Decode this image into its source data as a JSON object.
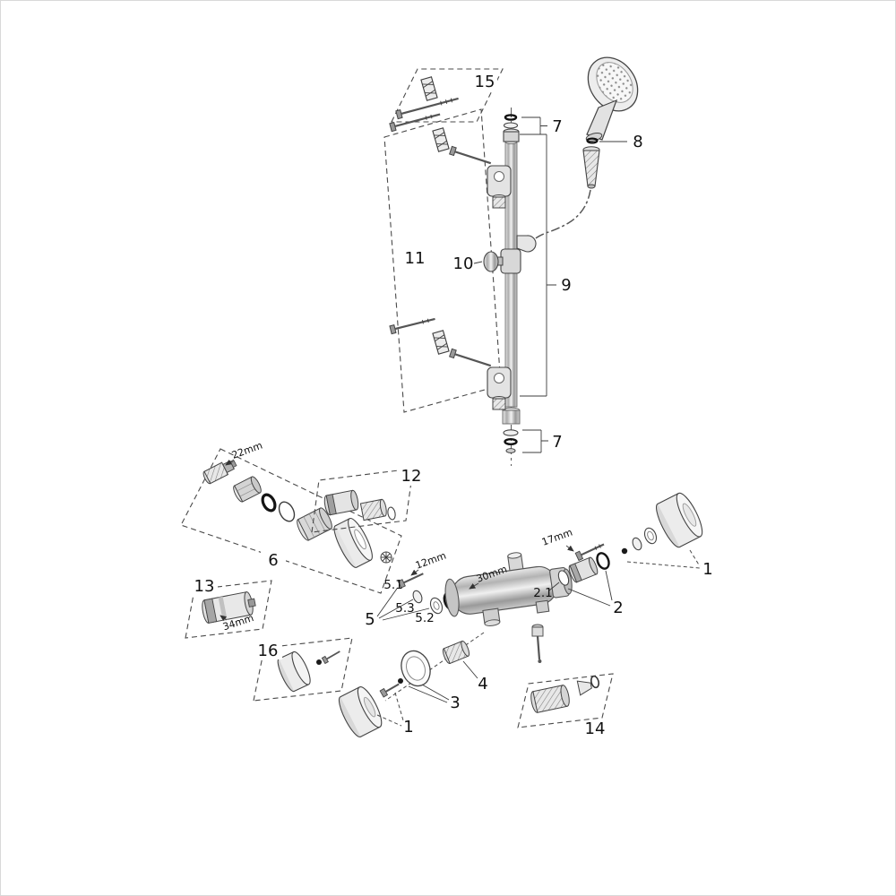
{
  "figure": {
    "type": "exploded-parts-diagram",
    "subject": "thermostatic shower mixer with shower rail set",
    "background": "#ffffff",
    "border_color": "#d9d9d9",
    "line_color": "#3c3c3c"
  },
  "callouts": {
    "shower_set": {
      "p15": "15",
      "p7_top": "7",
      "p8": "8",
      "p11": "11",
      "p10": "10",
      "p9": "9",
      "p7_bottom": "7"
    },
    "mixer": {
      "p12": "12",
      "p6": "6",
      "p5": "5",
      "p5_1": "5.1",
      "p5_2": "5.2",
      "p5_3": "5.3",
      "p1_right": "1",
      "p2": "2",
      "p2_1": "2.1",
      "p13": "13",
      "p16": "16",
      "p3": "3",
      "p4": "4",
      "p1_left": "1",
      "p14": "14"
    },
    "dims": {
      "d22": "22mm",
      "d12": "12mm",
      "d30": "30mm",
      "d17": "17mm",
      "d34": "34mm"
    }
  }
}
